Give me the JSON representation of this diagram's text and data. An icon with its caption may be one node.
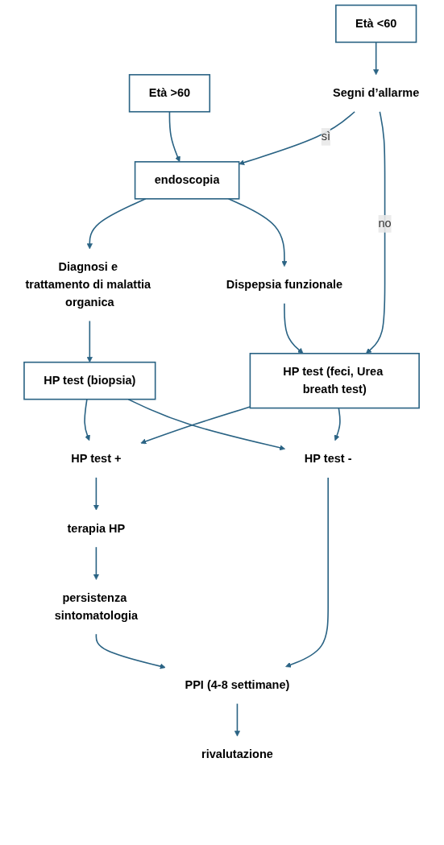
{
  "diagram": {
    "nodes": [
      {
        "text": [
          "Età >60"
        ]
      },
      {
        "text": [
          "Età <60"
        ]
      },
      {
        "text": [
          "Segni d’allarme"
        ]
      },
      {
        "text": [
          "endoscopia"
        ]
      },
      {
        "text": [
          "Diagnosi e trattamento di malattia organica"
        ]
      },
      {
        "text": [
          "Dispepsia funzionale"
        ]
      },
      {
        "text": [
          "HP test (biopsia)"
        ]
      },
      {
        "text": [
          "HP test (feci, Urea breath test)"
        ]
      },
      {
        "text": [
          "HP test +"
        ]
      },
      {
        "text": [
          "HP test -"
        ]
      },
      {
        "text": [
          "terapia HP"
        ]
      },
      {
        "text": [
          "persistenza sintomatologia"
        ]
      },
      {
        "text": [
          "PPI (4-8 settimane)"
        ]
      },
      {
        "text": [
          "rivalutazione"
        ]
      }
    ],
    "edges": [
      {
        "from": 0,
        "to": 3,
        "arrow": "to"
      },
      {
        "from": 1,
        "to": 2,
        "arrow": "to"
      },
      {
        "from": 2,
        "to": 3,
        "arrow": "to",
        "label": "sì"
      },
      {
        "from": 3,
        "to": 4,
        "arrow": "to"
      },
      {
        "from": 3,
        "to": 5,
        "arrow": "to"
      },
      {
        "from": 2,
        "to": 7,
        "arrow": "to",
        "label": "no"
      },
      {
        "from": 5,
        "to": 7,
        "arrow": "to"
      },
      {
        "from": 4,
        "to": 6,
        "arrow": "to"
      },
      {
        "from": 6,
        "to": 8,
        "arrow": "to"
      },
      {
        "from": 6,
        "to": 9,
        "arrow": "to"
      },
      {
        "from": 7,
        "to": 8,
        "arrow": "to"
      },
      {
        "from": 7,
        "to": 9,
        "arrow": "to"
      },
      {
        "from": 8,
        "to": 10,
        "arrow": "to"
      },
      {
        "from": 10,
        "to": 11,
        "arrow": "to"
      },
      {
        "from": 11,
        "to": 12,
        "arrow": "to"
      },
      {
        "from": 9,
        "to": 12,
        "arrow": "to"
      },
      {
        "from": 12,
        "to": 13,
        "arrow": "to"
      }
    ]
  }
}
